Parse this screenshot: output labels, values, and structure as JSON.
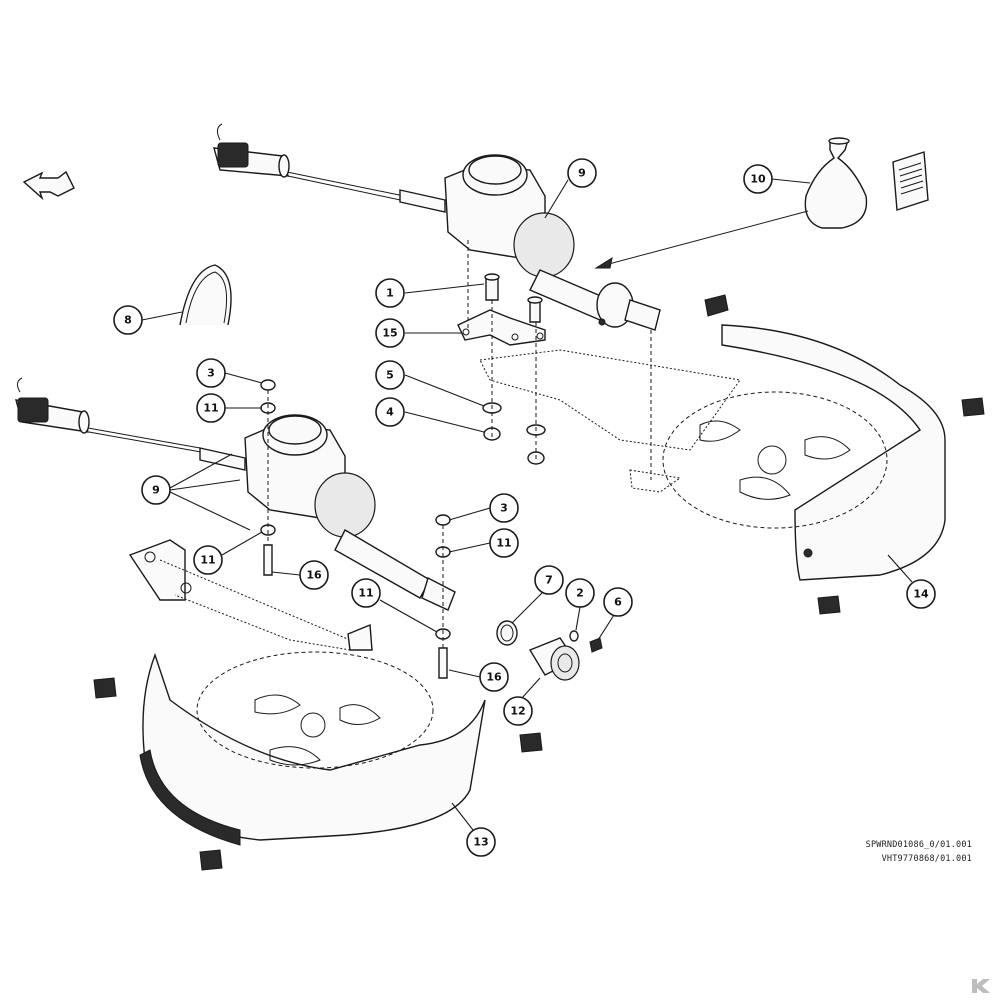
{
  "callouts": [
    "1",
    "2",
    "3",
    "3",
    "4",
    "5",
    "6",
    "7",
    "8",
    "9",
    "9",
    "10",
    "11",
    "11",
    "11",
    "11",
    "12",
    "13",
    "14",
    "15",
    "16",
    "16"
  ],
  "references": {
    "line1": "SPWRND01086_0/01.001",
    "line2": "VHT9770868/01.001"
  },
  "colors": {
    "ink": "#1a1a1a",
    "paper": "#ffffff",
    "fill_light": "#fafafa",
    "fill_shade": "#e9e9e9",
    "brand_grey": "#bdbdbd"
  },
  "icons": {
    "direction_arrow": "arrow-outline-icon",
    "instruction_sheet": "document-lines-icon",
    "grease_tube": "grease-tube-icon",
    "brand_logo": "k-logo-icon"
  }
}
